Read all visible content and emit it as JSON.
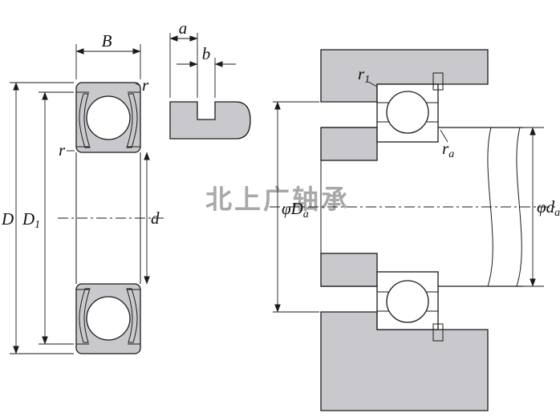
{
  "watermark": {
    "text": "北上广轴承"
  },
  "colors": {
    "metal_fill": "#c9c9cd",
    "seal_fill": "#55555a",
    "line": "#1a1a1a",
    "watermark": "#9a9a9a"
  },
  "front_view": {
    "width_label": "B",
    "outer_dia_label": "D",
    "seal_land_dia_label": {
      "base": "D",
      "sub": "1"
    },
    "bore_label": "d",
    "chamfer_top_label": "r",
    "chamfer_side_label": "r"
  },
  "groove_detail": {
    "groove_offset_label": "a",
    "groove_width_label": "b"
  },
  "mounted_view": {
    "housing_fillet_label": {
      "base": "r",
      "sub": "1"
    },
    "shaft_fillet_label": {
      "base": "r",
      "sub": "a"
    },
    "housing_shoulder_dia_label": {
      "base": "φD",
      "sub": "a"
    },
    "shaft_shoulder_dia_label": {
      "base": "φd",
      "sub": "a"
    }
  }
}
